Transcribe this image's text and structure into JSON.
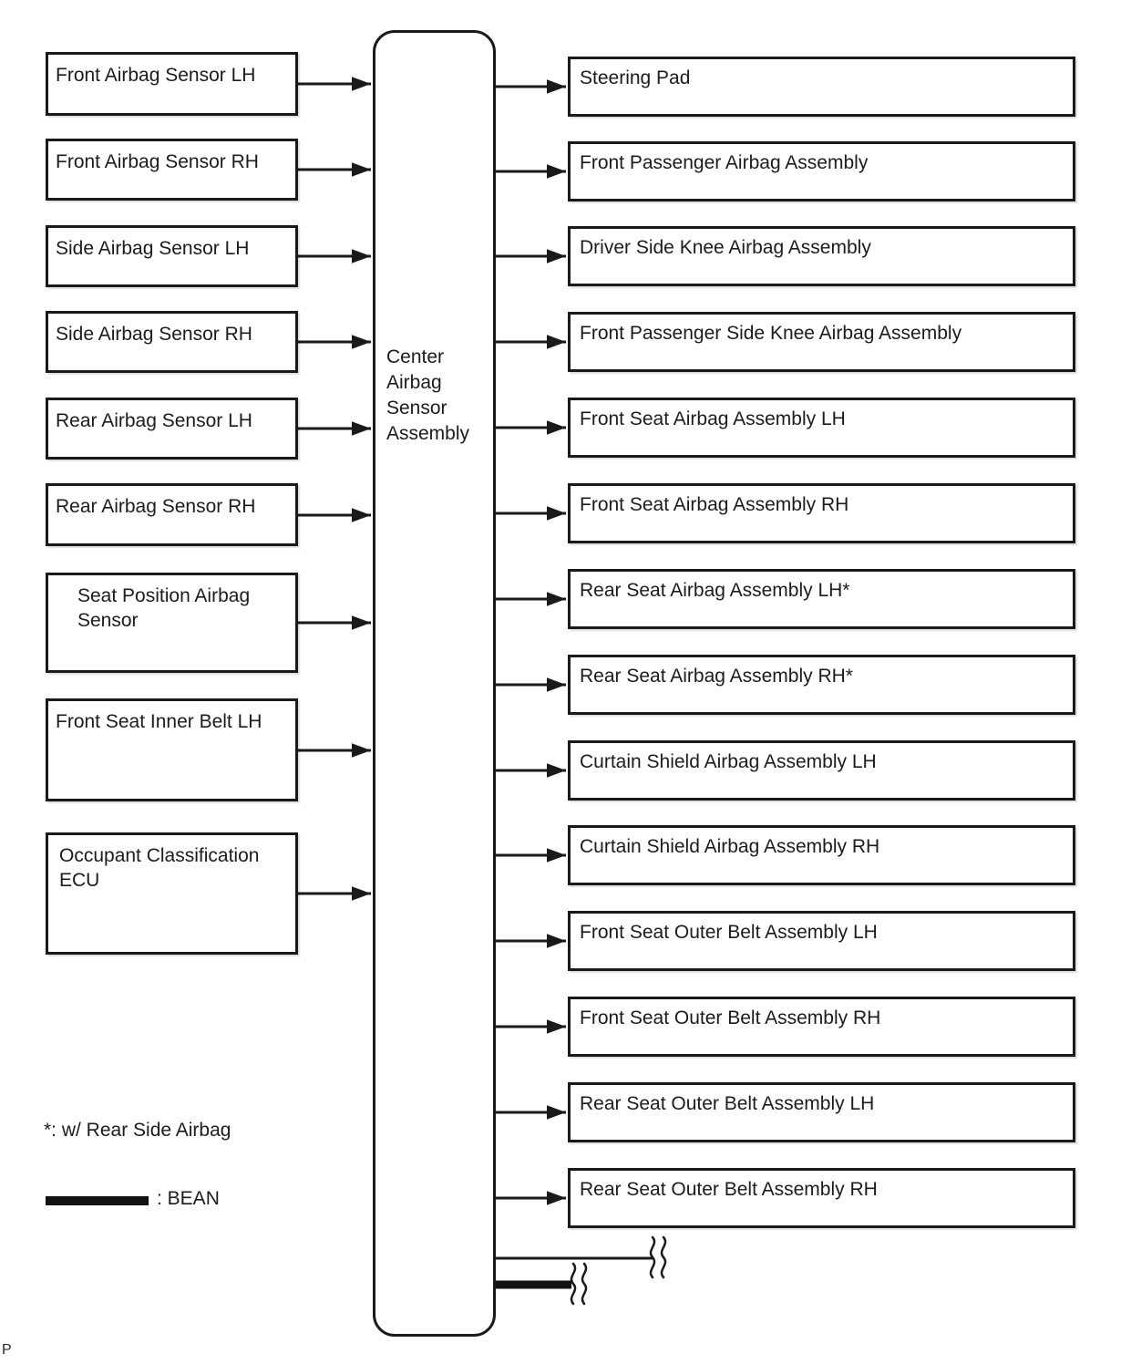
{
  "diagram": {
    "center_node": "Center Airbag Sensor Assembly",
    "left_nodes": [
      "Front Airbag Sensor LH",
      "Front Airbag Sensor RH",
      "Side Airbag Sensor LH",
      "Side Airbag Sensor RH",
      "Rear Airbag Sensor LH",
      "Rear Airbag Sensor RH",
      "Seat Position Airbag Sensor",
      "Front Seat Inner Belt LH",
      "Occupant Classification ECU"
    ],
    "right_nodes": [
      "Steering Pad",
      "Front Passenger Airbag Assembly",
      "Driver Side Knee Airbag Assembly",
      "Front Passenger Side Knee Airbag Assembly",
      "Front Seat Airbag Assembly LH",
      "Front Seat Airbag Assembly RH",
      "Rear Seat Airbag Assembly LH*",
      "Rear Seat Airbag Assembly RH*",
      "Curtain Shield Airbag Assembly LH",
      "Curtain Shield Airbag Assembly RH",
      "Front Seat Outer Belt Assembly LH",
      "Front Seat Outer Belt Assembly RH",
      "Rear Seat Outer Belt Assembly LH",
      "Rear Seat Outer Belt Assembly RH"
    ],
    "notes": {
      "asterisk": "*: w/ Rear Side Airbag",
      "bean_legend": ": BEAN"
    },
    "page_marker": "P",
    "colors": {
      "ink": "#1a1a1a",
      "background": "#ffffff"
    }
  }
}
